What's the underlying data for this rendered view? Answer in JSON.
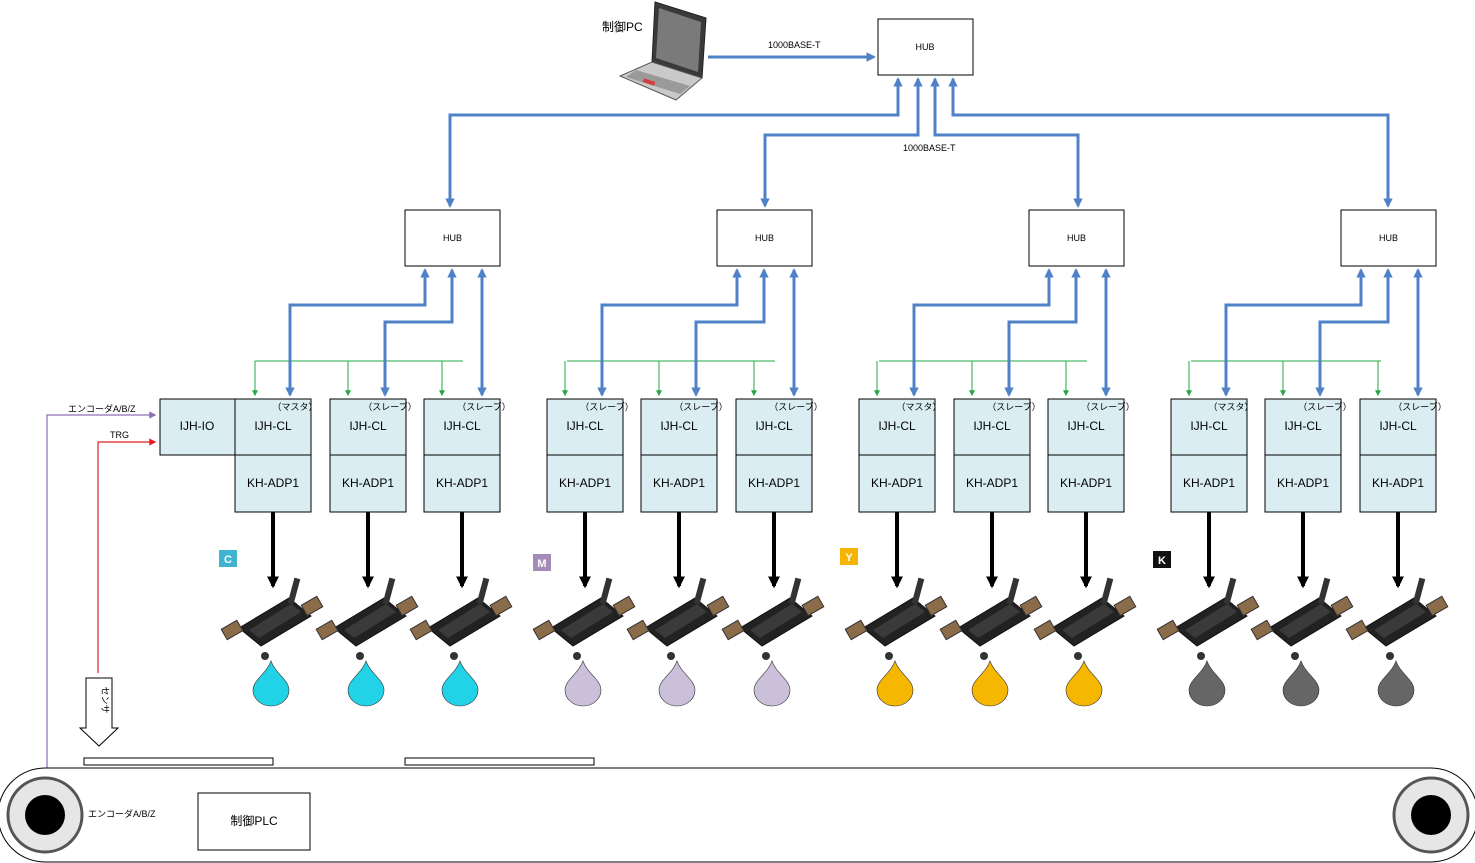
{
  "pc_label": "制御PC",
  "link_label_top": "1000BASE-T",
  "link_label_mid": "1000BASE-T",
  "main_hub": "HUB",
  "sub_hub_label": "HUB",
  "ijh_io": "IJH-IO",
  "ijh_cl": "IJH-CL",
  "kh_adp": "KH-ADP1",
  "role_master": "（マスタ）",
  "role_slave": "（スレーブ）",
  "encoder_left": "エンコーダA/B/Z",
  "encoder_conveyor": "エンコーダA/B/Z",
  "trg": "TRG",
  "sensor": "センサ",
  "plc": "制御PLC",
  "groups": [
    {
      "color_label": "C",
      "badge_color": "#3fb3cf",
      "ink_color": "#22d3e8",
      "roles": [
        "master",
        "slave",
        "slave"
      ]
    },
    {
      "color_label": "M",
      "badge_color": "#a48bb8",
      "ink_color": "#cbc0da",
      "roles": [
        "slave",
        "slave",
        "slave"
      ]
    },
    {
      "color_label": "Y",
      "badge_color": "#f6b400",
      "ink_color": "#f6b700",
      "roles": [
        "master",
        "slave",
        "slave"
      ]
    },
    {
      "color_label": "K",
      "badge_color": "#111111",
      "ink_color": "#666666",
      "roles": [
        "master",
        "slave",
        "slave"
      ]
    }
  ]
}
